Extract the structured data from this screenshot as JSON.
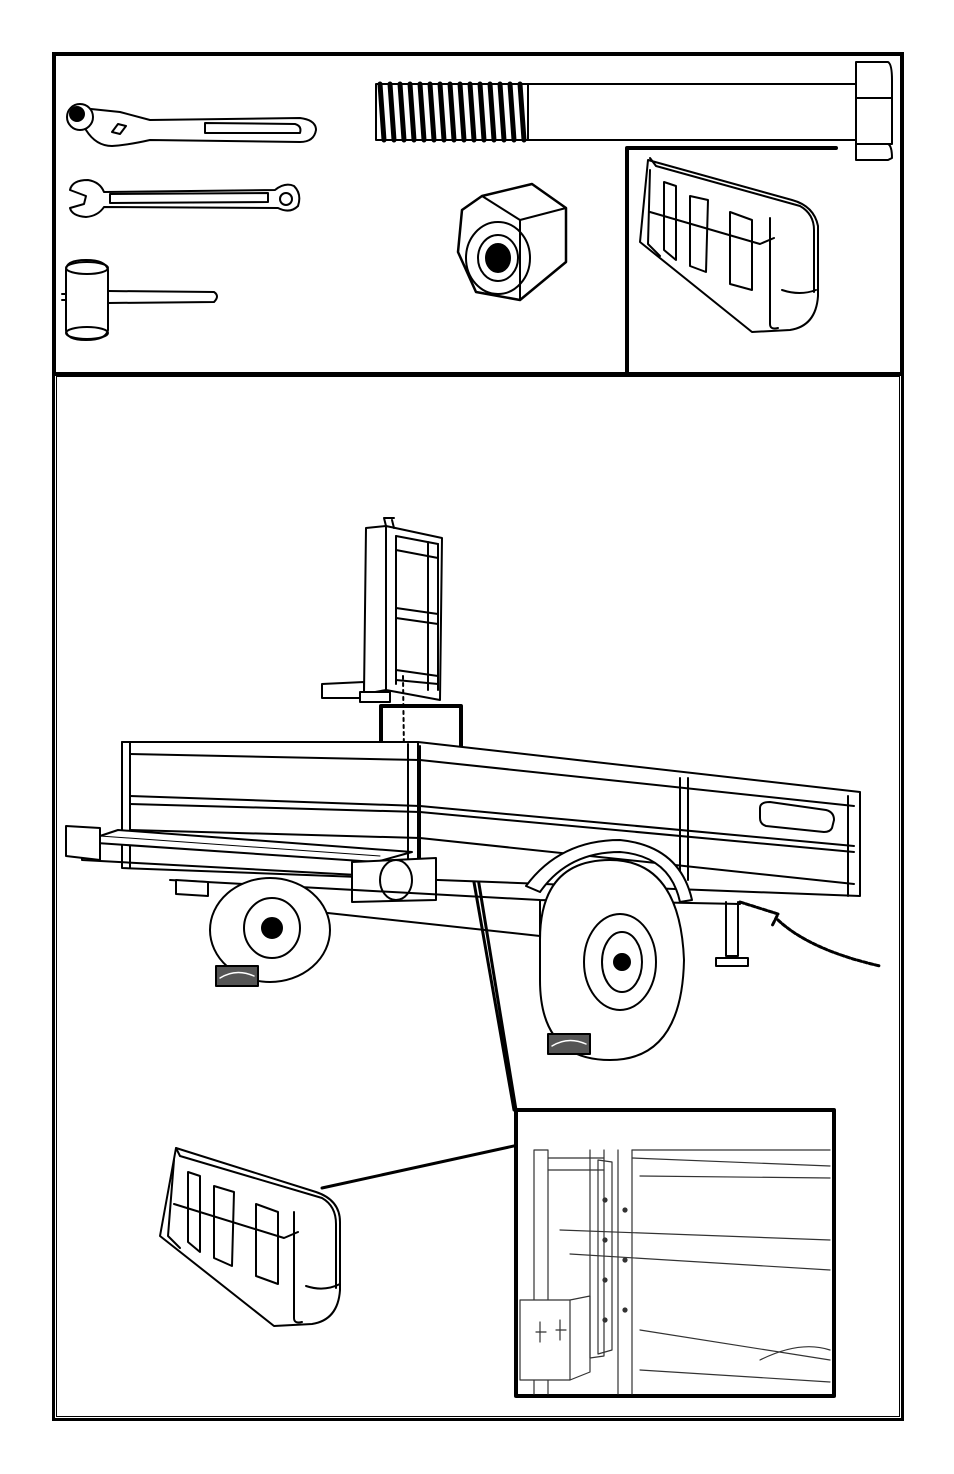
{
  "colors": {
    "ink": "#000000",
    "paper": "#ffffff",
    "wood": "#555555"
  },
  "tools_panel": {
    "items": [
      "ratchet-wrench-icon",
      "combination-wrench-icon",
      "mallet-icon",
      "hex-bolt-icon",
      "lock-nut-icon",
      "end-cap-icon"
    ]
  },
  "assembly_panel": {
    "items": [
      "front-stake-assembly",
      "trailer",
      "wheel-chock-left",
      "wheel-chock-right",
      "detail-callout",
      "end-cap-callout",
      "insertion-arrow"
    ]
  }
}
